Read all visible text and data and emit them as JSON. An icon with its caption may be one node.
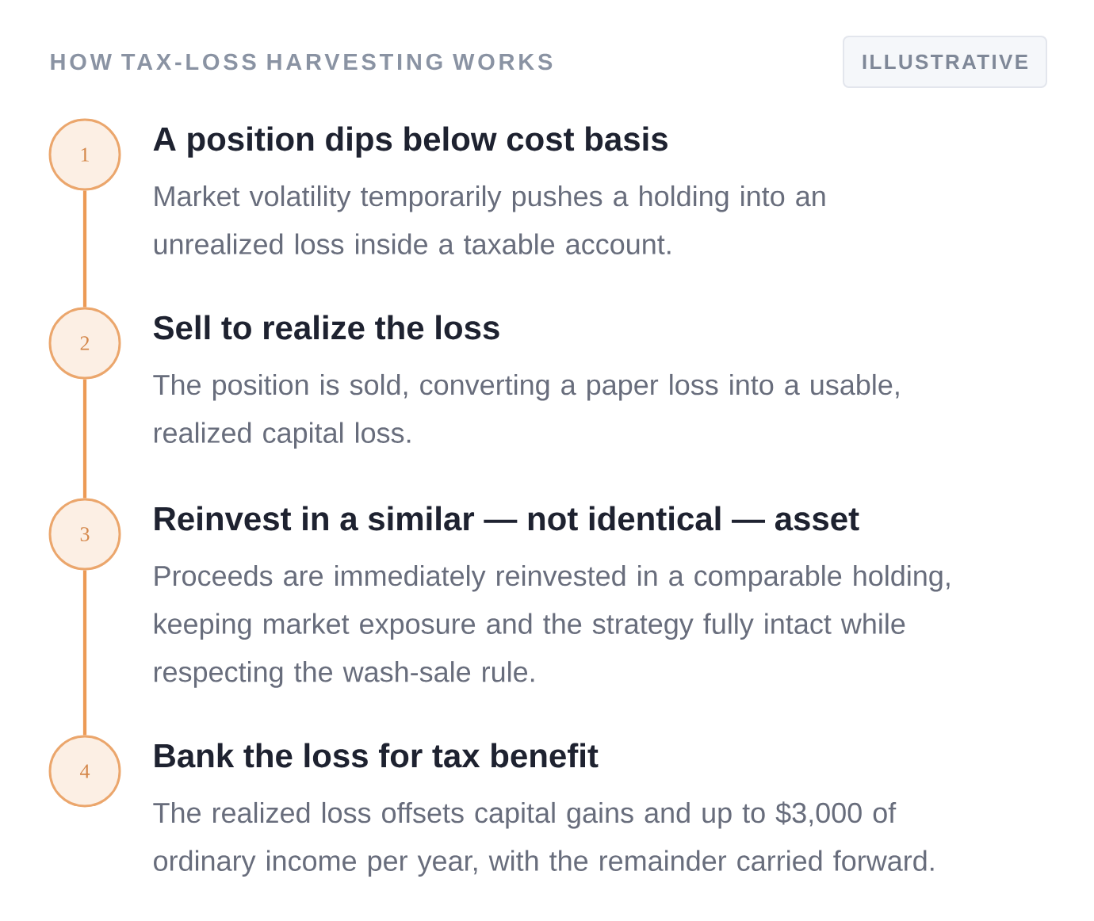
{
  "diagram": {
    "title": "HOW TAX-LOSS HARVESTING WORKS",
    "nodes": [
      {
        "text": [
          "ILLUSTRATIVE"
        ]
      },
      {
        "text": [
          "1"
        ],
        "beside": [
          "A position dips below cost basis",
          "Market volatility temporarily pushes a holding into an unrealized loss inside a taxable account."
        ]
      },
      {
        "text": [
          "2"
        ],
        "beside": [
          "Sell to realize the loss",
          "The position is sold, converting a paper loss into a usable, realized capital loss."
        ]
      },
      {
        "text": [
          "3"
        ],
        "beside": [
          "Reinvest in a similar — not identical — asset",
          "Proceeds are immediately reinvested in a comparable holding, keeping market exposure and the strategy fully intact while respecting the wash-sale rule."
        ]
      },
      {
        "text": [
          "4"
        ],
        "beside": [
          "Bank the loss for tax benefit",
          "The realized loss offsets capital gains and up to $3,000 of ordinary income per year, with the remainder carried forward."
        ]
      }
    ],
    "edges": [
      {
        "from": 1,
        "to": 2,
        "arrow": "none"
      },
      {
        "from": 2,
        "to": 3,
        "arrow": "none"
      },
      {
        "from": 3,
        "to": 4,
        "arrow": "none"
      }
    ]
  }
}
